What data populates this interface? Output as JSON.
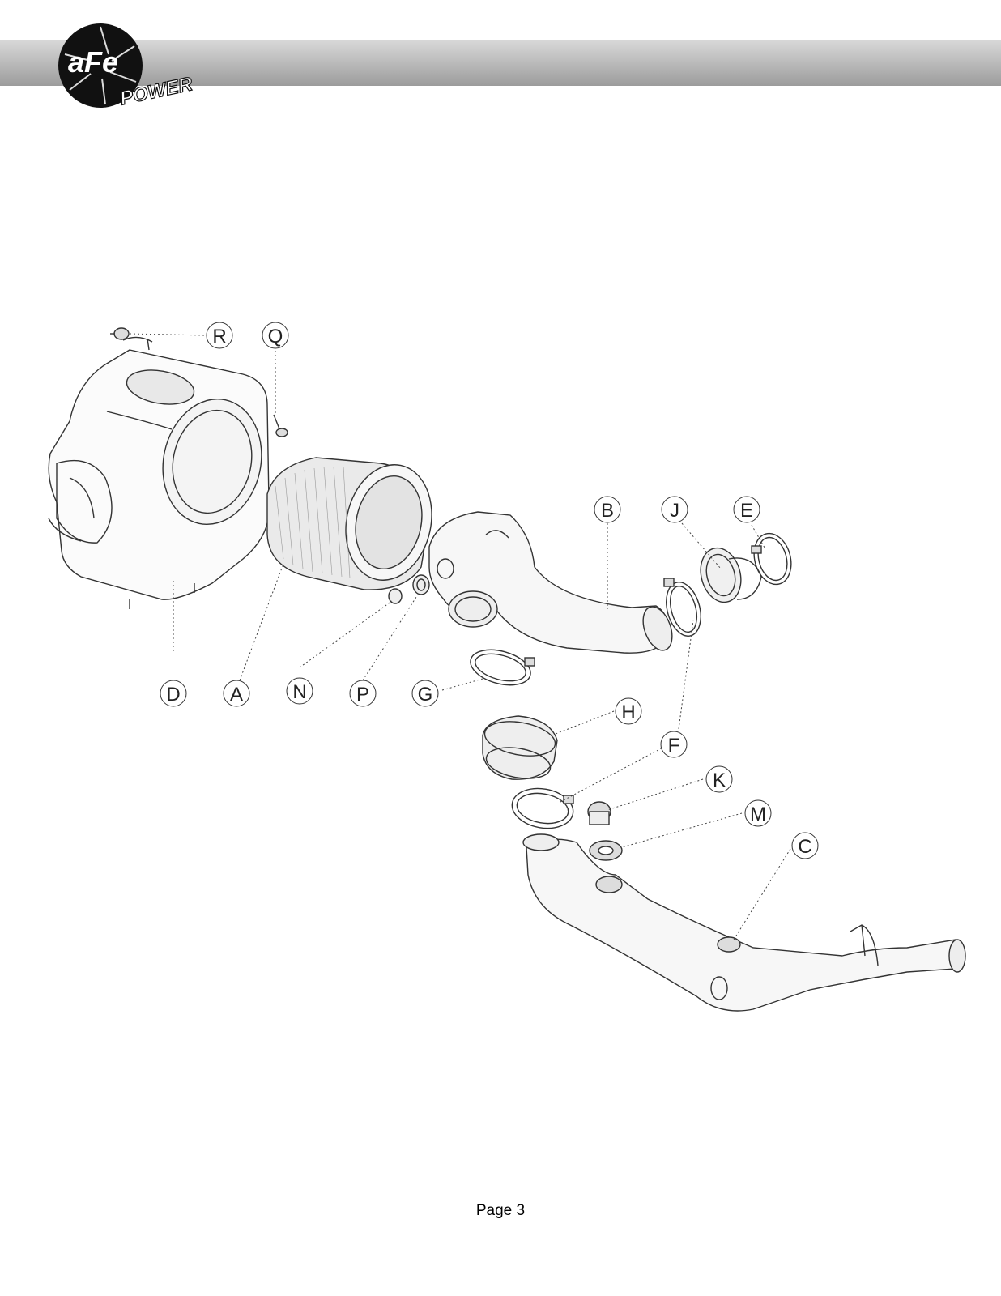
{
  "header": {
    "logo_text": "aFe",
    "logo_subtext": "POWER",
    "accent_color": "#9c9c9c",
    "logo_color": "#111111"
  },
  "diagram": {
    "callouts": [
      "R",
      "Q",
      "B",
      "J",
      "E",
      "D",
      "A",
      "N",
      "P",
      "G",
      "H",
      "F",
      "K",
      "M",
      "C"
    ]
  },
  "footer": {
    "page_label": "Page 3"
  }
}
